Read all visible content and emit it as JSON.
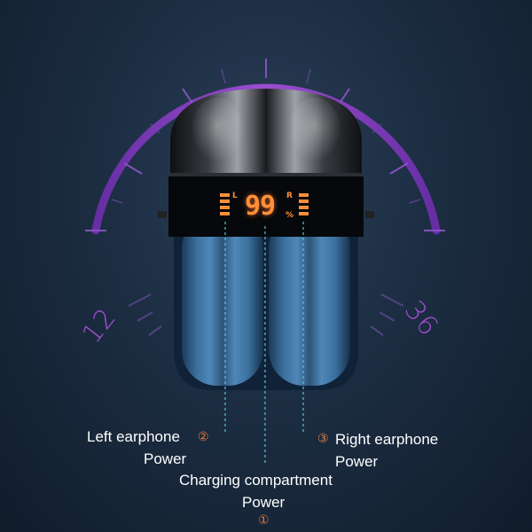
{
  "dial": {
    "left_label": "12",
    "right_label": "36",
    "arc_color": "#9b4ed8"
  },
  "display": {
    "value": "99",
    "left_marker": "L",
    "right_marker": "R",
    "percent_sign": "%",
    "digit_color": "#ff8f3a"
  },
  "callouts": {
    "left": {
      "line1": "Left earphone",
      "line2": "Power",
      "number": "②"
    },
    "right": {
      "line1": "Right earphone",
      "line2": "Power",
      "number": "③"
    },
    "center": {
      "line1": "Charging compartment",
      "line2": "Power",
      "number": "①"
    }
  },
  "icons": [
    "battery-left-icon",
    "battery-right-icon",
    "dial-arc-icon"
  ]
}
